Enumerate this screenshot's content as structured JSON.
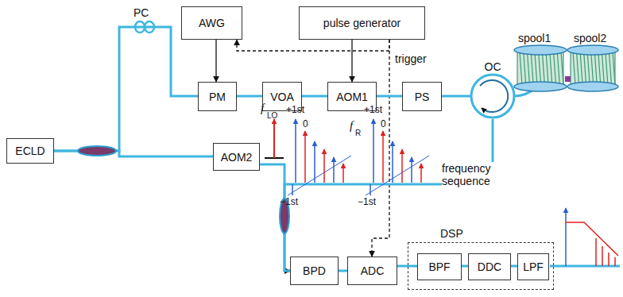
{
  "diagram": {
    "nodes": [
      {
        "text": [
          "AWG"
        ]
      },
      {
        "text": [
          "pulse generator"
        ]
      },
      {
        "text": [
          "PM"
        ]
      },
      {
        "text": [
          "VOA"
        ]
      },
      {
        "text": [
          "AOM1"
        ]
      },
      {
        "text": [
          "PS"
        ]
      },
      {
        "text": [
          "OC"
        ]
      },
      {
        "text": [
          "ECLD"
        ]
      },
      {
        "text": [
          "AOM2"
        ]
      },
      {
        "text": [
          "BPD"
        ]
      },
      {
        "text": [
          "ADC"
        ]
      },
      {
        "text": [
          "DSP"
        ]
      },
      {
        "text": [
          "BPF"
        ],
        "in": 11
      },
      {
        "text": [
          "DDC"
        ],
        "in": 11
      },
      {
        "text": [
          "LPF"
        ],
        "in": 11
      }
    ],
    "edges": [
      {
        "from": 0,
        "to": 2,
        "arrow": "to"
      },
      {
        "from": 1,
        "to": 4,
        "arrow": "to"
      },
      {
        "from": 1,
        "to": 0,
        "arrow": "to"
      },
      {
        "from": 1,
        "to": 10,
        "label": "trigger",
        "arrow": "to"
      },
      {
        "from": 2,
        "to": 3,
        "arrow": "none"
      },
      {
        "from": 3,
        "to": 4,
        "arrow": "none"
      },
      {
        "from": 4,
        "to": 5,
        "arrow": "none"
      },
      {
        "from": 5,
        "to": 6,
        "arrow": "none"
      },
      {
        "from": 7,
        "to": 2,
        "arrow": "none"
      },
      {
        "from": 7,
        "to": 8,
        "arrow": "none"
      },
      {
        "from": 6,
        "to": 9,
        "arrow": "to"
      },
      {
        "from": 8,
        "to": 9,
        "arrow": "none"
      },
      {
        "from": 9,
        "to": 10,
        "arrow": "none"
      },
      {
        "from": 10,
        "to": 12,
        "arrow": "none"
      },
      {
        "from": 12,
        "to": 13,
        "arrow": "none"
      },
      {
        "from": 13,
        "to": 14,
        "arrow": "none"
      }
    ],
    "labels": [
      "PC",
      "spool1",
      "spool2",
      "f",
      "LO",
      "+1st",
      "0",
      "+1st",
      "0",
      "f",
      "R",
      "−1st",
      "−1st",
      "frequency sequence"
    ]
  }
}
